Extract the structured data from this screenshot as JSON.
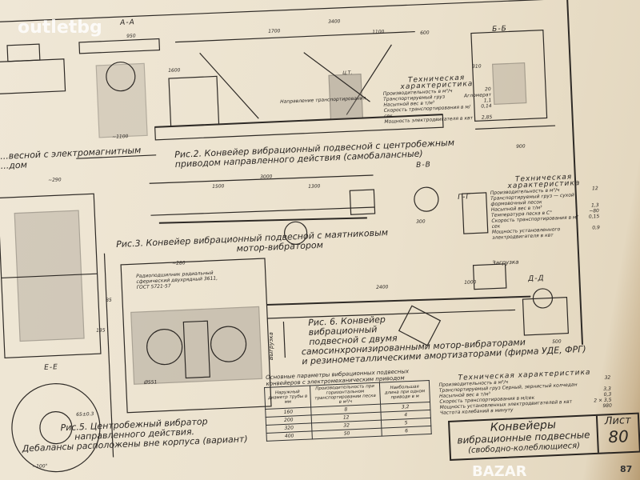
{
  "watermarks": {
    "top_left": "outletbg",
    "bottom_right": "BAZAR"
  },
  "page_number": "87",
  "figures": {
    "fig2": {
      "caption": [
        "Рис.2. Конвейер вибрационный подвесной с центробежным",
        "приводом направленного действия (самобалансные)"
      ],
      "section_aa": "А-А",
      "section_bb": "Б-Б",
      "dims": [
        "950",
        "1700",
        "3400",
        "1100",
        "600",
        "~1100",
        "1600",
        "900",
        "310"
      ],
      "label_direction": "Направление транспортирования",
      "label_ct": "Ц.Т."
    },
    "fig1": {
      "caption": [
        "...весной с электромагнитным",
        "...дом"
      ],
      "dims": [
        "~290"
      ]
    },
    "fig3": {
      "caption": [
        "Рис.3. Конвейер вибрационный подвесной с маятниковым",
        "мотор-вибратором"
      ],
      "section_vv": "В-В",
      "section_gg": "Г-Г",
      "dims": [
        "3000",
        "1500",
        "1300",
        "300"
      ]
    },
    "fig5": {
      "caption": [
        "Рис.5. Центробежный вибратор",
        "направленного действия.",
        "Дебалансы расположены вне корпуса (вариант)"
      ],
      "bearing_note": [
        "Радиоподшипник радиальный",
        "сферический двухрядный 3611,",
        "ГОСТ 5721-57"
      ],
      "dims": [
        "~280",
        "85",
        "135",
        "Ø551",
        "~100°",
        "65±0.3"
      ],
      "section_ee": "Е-Е"
    },
    "fig6": {
      "caption": [
        "Рис. 6. Конвейер",
        "вибрационный",
        "подвесной с двумя",
        "самосинхронизированными мотор-вибраторами",
        "и резинометаллическими амортизаторами (фирма УДЕ, ФРГ)"
      ],
      "section_dd": "Д-Д",
      "label_load": "Загрузка",
      "label_unload": "Выгрузка",
      "dims": [
        "2400",
        "1000",
        "500"
      ]
    }
  },
  "tech_spec_fig2": {
    "title": "Техническая характеристика",
    "rows": [
      {
        "label": "Производительность в м³/ч",
        "value": "20"
      },
      {
        "label": "Транспортируемый груз",
        "value": "Агломерат"
      },
      {
        "label": "Насыпной вес в т/м³",
        "value": "1,1"
      },
      {
        "label": "Скорость транспортирования в м/сек",
        "value": "0,14"
      },
      {
        "label": "Мощность электродвигателя в квт",
        "value": "2,85"
      }
    ]
  },
  "tech_spec_fig3": {
    "title": "Техническая характеристика",
    "rows": [
      {
        "label": "Производительность в м³/ч",
        "value": "12"
      },
      {
        "label": "Транспортируемый груз — сухой формовочный песок",
        "value": ""
      },
      {
        "label": "Насыпной вес в т/м³",
        "value": "1,3"
      },
      {
        "label": "Температура песка в С°",
        "value": "~80"
      },
      {
        "label": "Скорость транспортирования в м/сек",
        "value": "0,15"
      },
      {
        "label": "Мощность установленного электродвигателя в квт",
        "value": "0,9"
      }
    ]
  },
  "tech_spec_fig6": {
    "title": "Техническая характеристика",
    "rows": [
      {
        "label": "Производительность в м³/ч",
        "value": "32"
      },
      {
        "label": "Транспортируемый груз Серный, зернистый колчедан",
        "value": ""
      },
      {
        "label": "Насыпной вес в т/м³",
        "value": "3,3"
      },
      {
        "label": "Скорость транспортирования в м/сек",
        "value": "0,3"
      },
      {
        "label": "Мощность установленных электродвигателей в квт",
        "value": "2 × 3,5"
      },
      {
        "label": "Частота колебаний в минуту",
        "value": "980"
      }
    ]
  },
  "params_table": {
    "title": [
      "Основные параметры вибрационных подвесных",
      "конвейеров с электромеханическим приводом"
    ],
    "headers": [
      "Наружный диаметр трубы в мм",
      "Производительность при горизонтальном транспортировании песка в м³/ч",
      "Наибольшая длина при одном приводе в м"
    ],
    "rows": [
      [
        "160",
        "8",
        "3,2"
      ],
      [
        "200",
        "12",
        "4"
      ],
      [
        "320",
        "32",
        "5"
      ],
      [
        "400",
        "50",
        "6"
      ]
    ]
  },
  "title_block": {
    "title": [
      "Конвейеры",
      "вибрационные подвесные",
      "(свободно-колеблющиеся)"
    ],
    "sheet_label": "Лист",
    "sheet_number": "80"
  }
}
